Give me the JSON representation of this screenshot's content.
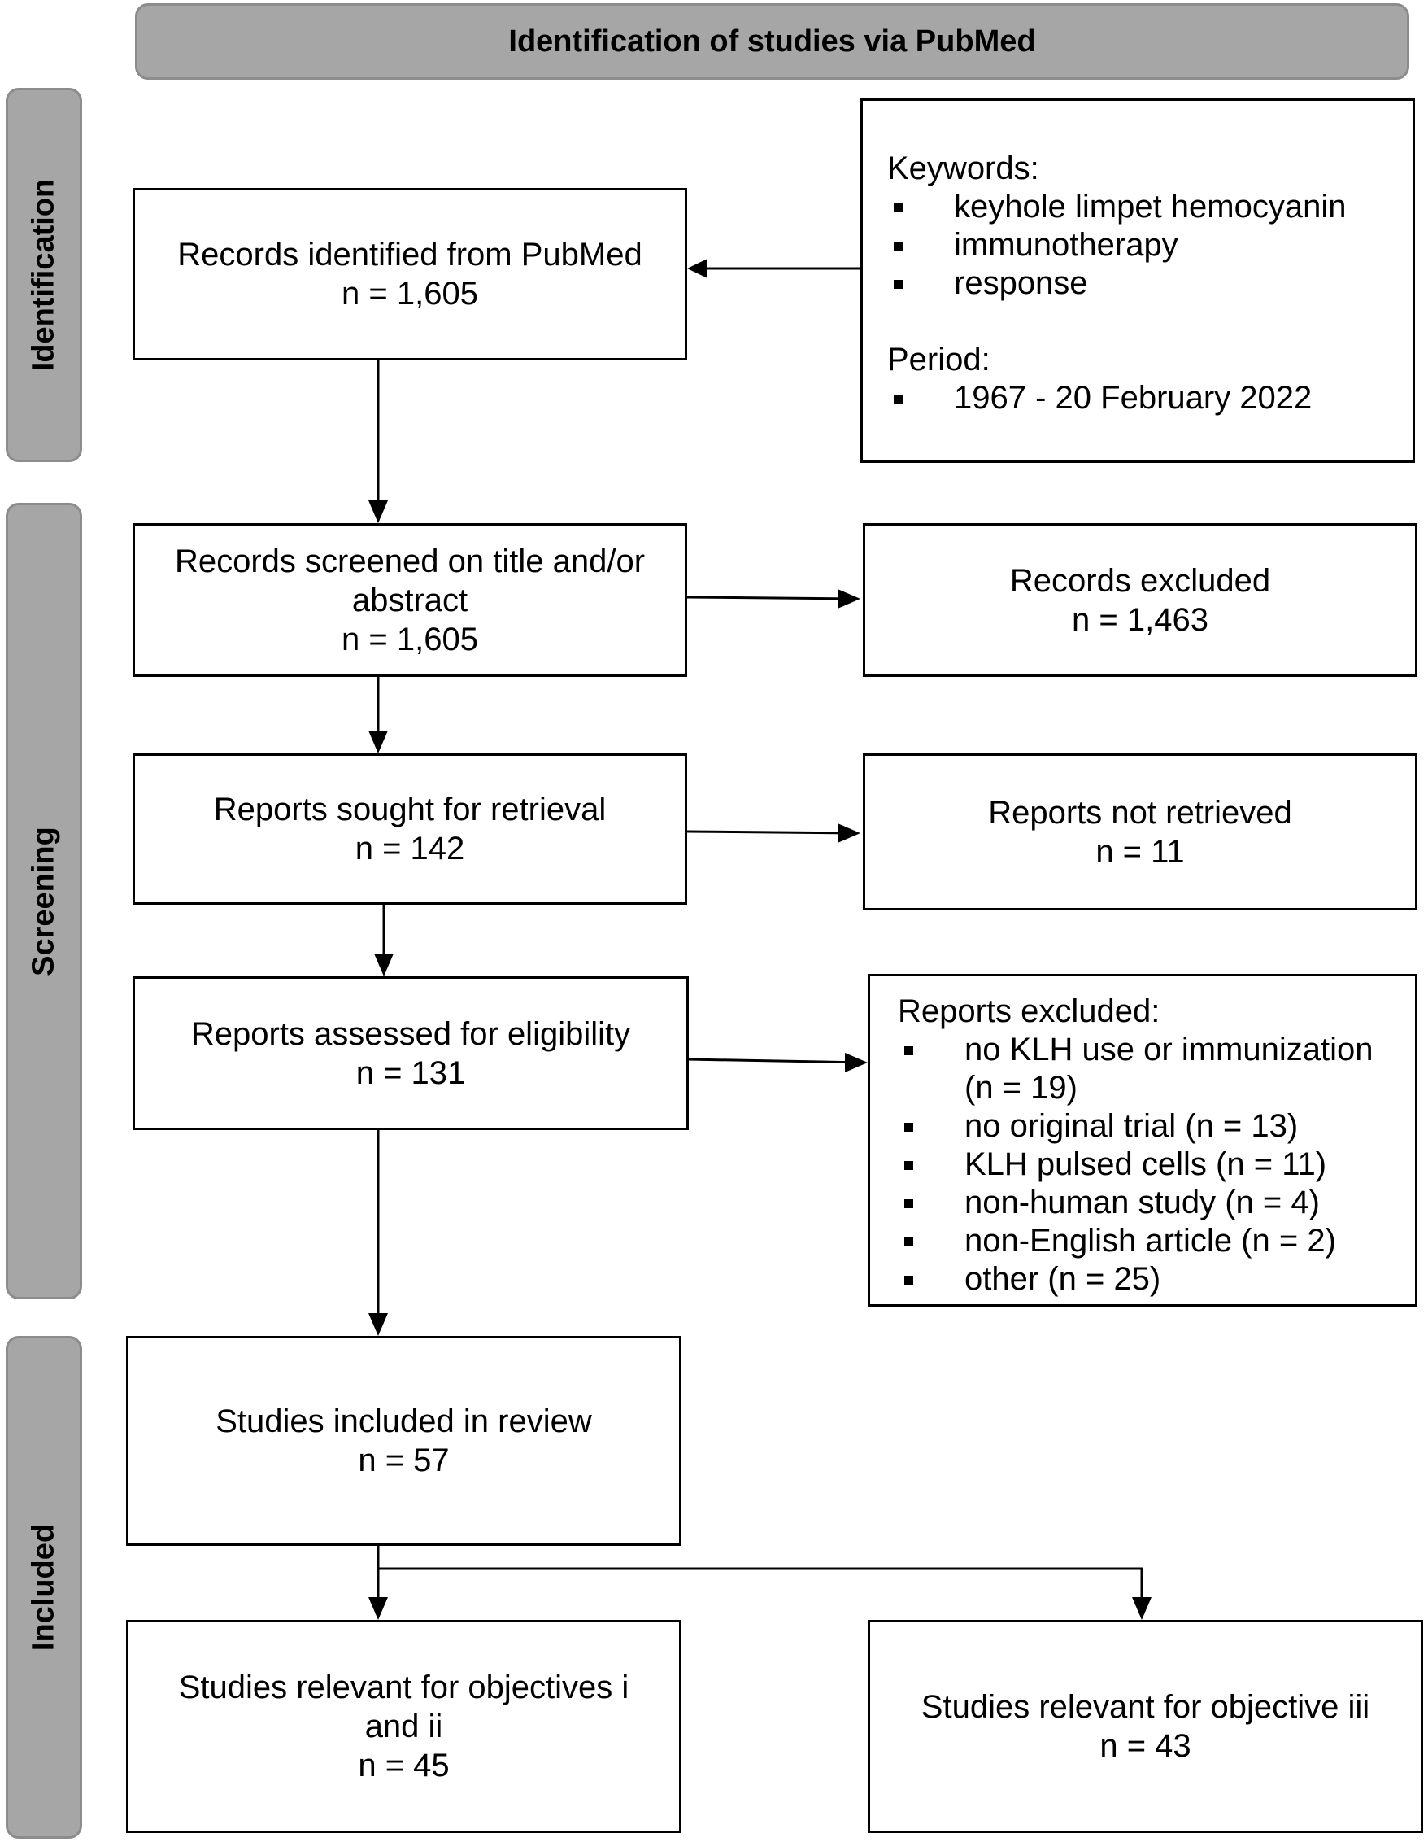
{
  "header": {
    "title": "Identification of studies via PubMed"
  },
  "phases": {
    "identification": "Identification",
    "screening": "Screening",
    "included": "Included"
  },
  "boxes": {
    "identified": {
      "label": "Records identified from PubMed",
      "n": "n = 1,605"
    },
    "search": {
      "keywords_label": "Keywords:",
      "keywords": [
        "keyhole limpet hemocyanin",
        "immunotherapy",
        "response"
      ],
      "period_label": "Period:",
      "period": [
        "1967 - 20 February 2022"
      ]
    },
    "screened": {
      "label": "Records screened on title and/or abstract",
      "n": "n = 1,605"
    },
    "records_excluded": {
      "label": "Records excluded",
      "n": "n = 1,463"
    },
    "sought": {
      "label": "Reports sought for retrieval",
      "n": "n = 142"
    },
    "not_retrieved": {
      "label": "Reports not retrieved",
      "n": "n = 11"
    },
    "assessed": {
      "label": "Reports assessed for eligibility",
      "n": "n = 131"
    },
    "reports_excluded": {
      "label": "Reports excluded:",
      "reasons": [
        "no KLH use or immunization (n = 19)",
        "no original trial (n = 13)",
        "KLH pulsed cells (n = 11)",
        "non-human study (n = 4)",
        "non-English article (n = 2)",
        "other (n = 25)"
      ]
    },
    "included": {
      "label": "Studies included in review",
      "n": "n = 57"
    },
    "objectives_i_ii": {
      "label": "Studies relevant for objectives i and ii",
      "n": "n = 45"
    },
    "objective_iii": {
      "label": "Studies relevant for objective iii",
      "n": "n = 43"
    }
  }
}
